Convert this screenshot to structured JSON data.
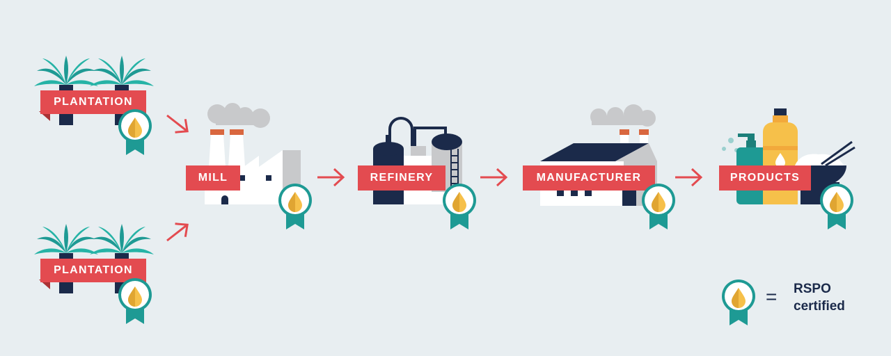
{
  "stages": {
    "plantation_top": "PLANTATION",
    "plantation_bottom": "PLANTATION",
    "mill": "MILL",
    "refinery": "REFINERY",
    "manufacturer": "MANUFACTURER",
    "products": "PRODUCTS"
  },
  "legend": {
    "equals": "=",
    "line1": "RSPO",
    "line2": "certified"
  },
  "icons": {
    "badge": "rspo-badge-icon",
    "arrow": "arrow-icon",
    "palm": "palm-tree-icon"
  },
  "colors": {
    "background": "#e8eef1",
    "banner": "#e34b50",
    "teal": "#1e9a94",
    "navy": "#1b2a4a",
    "gold": "#f6c04a",
    "grey": "#c8c9cb"
  }
}
